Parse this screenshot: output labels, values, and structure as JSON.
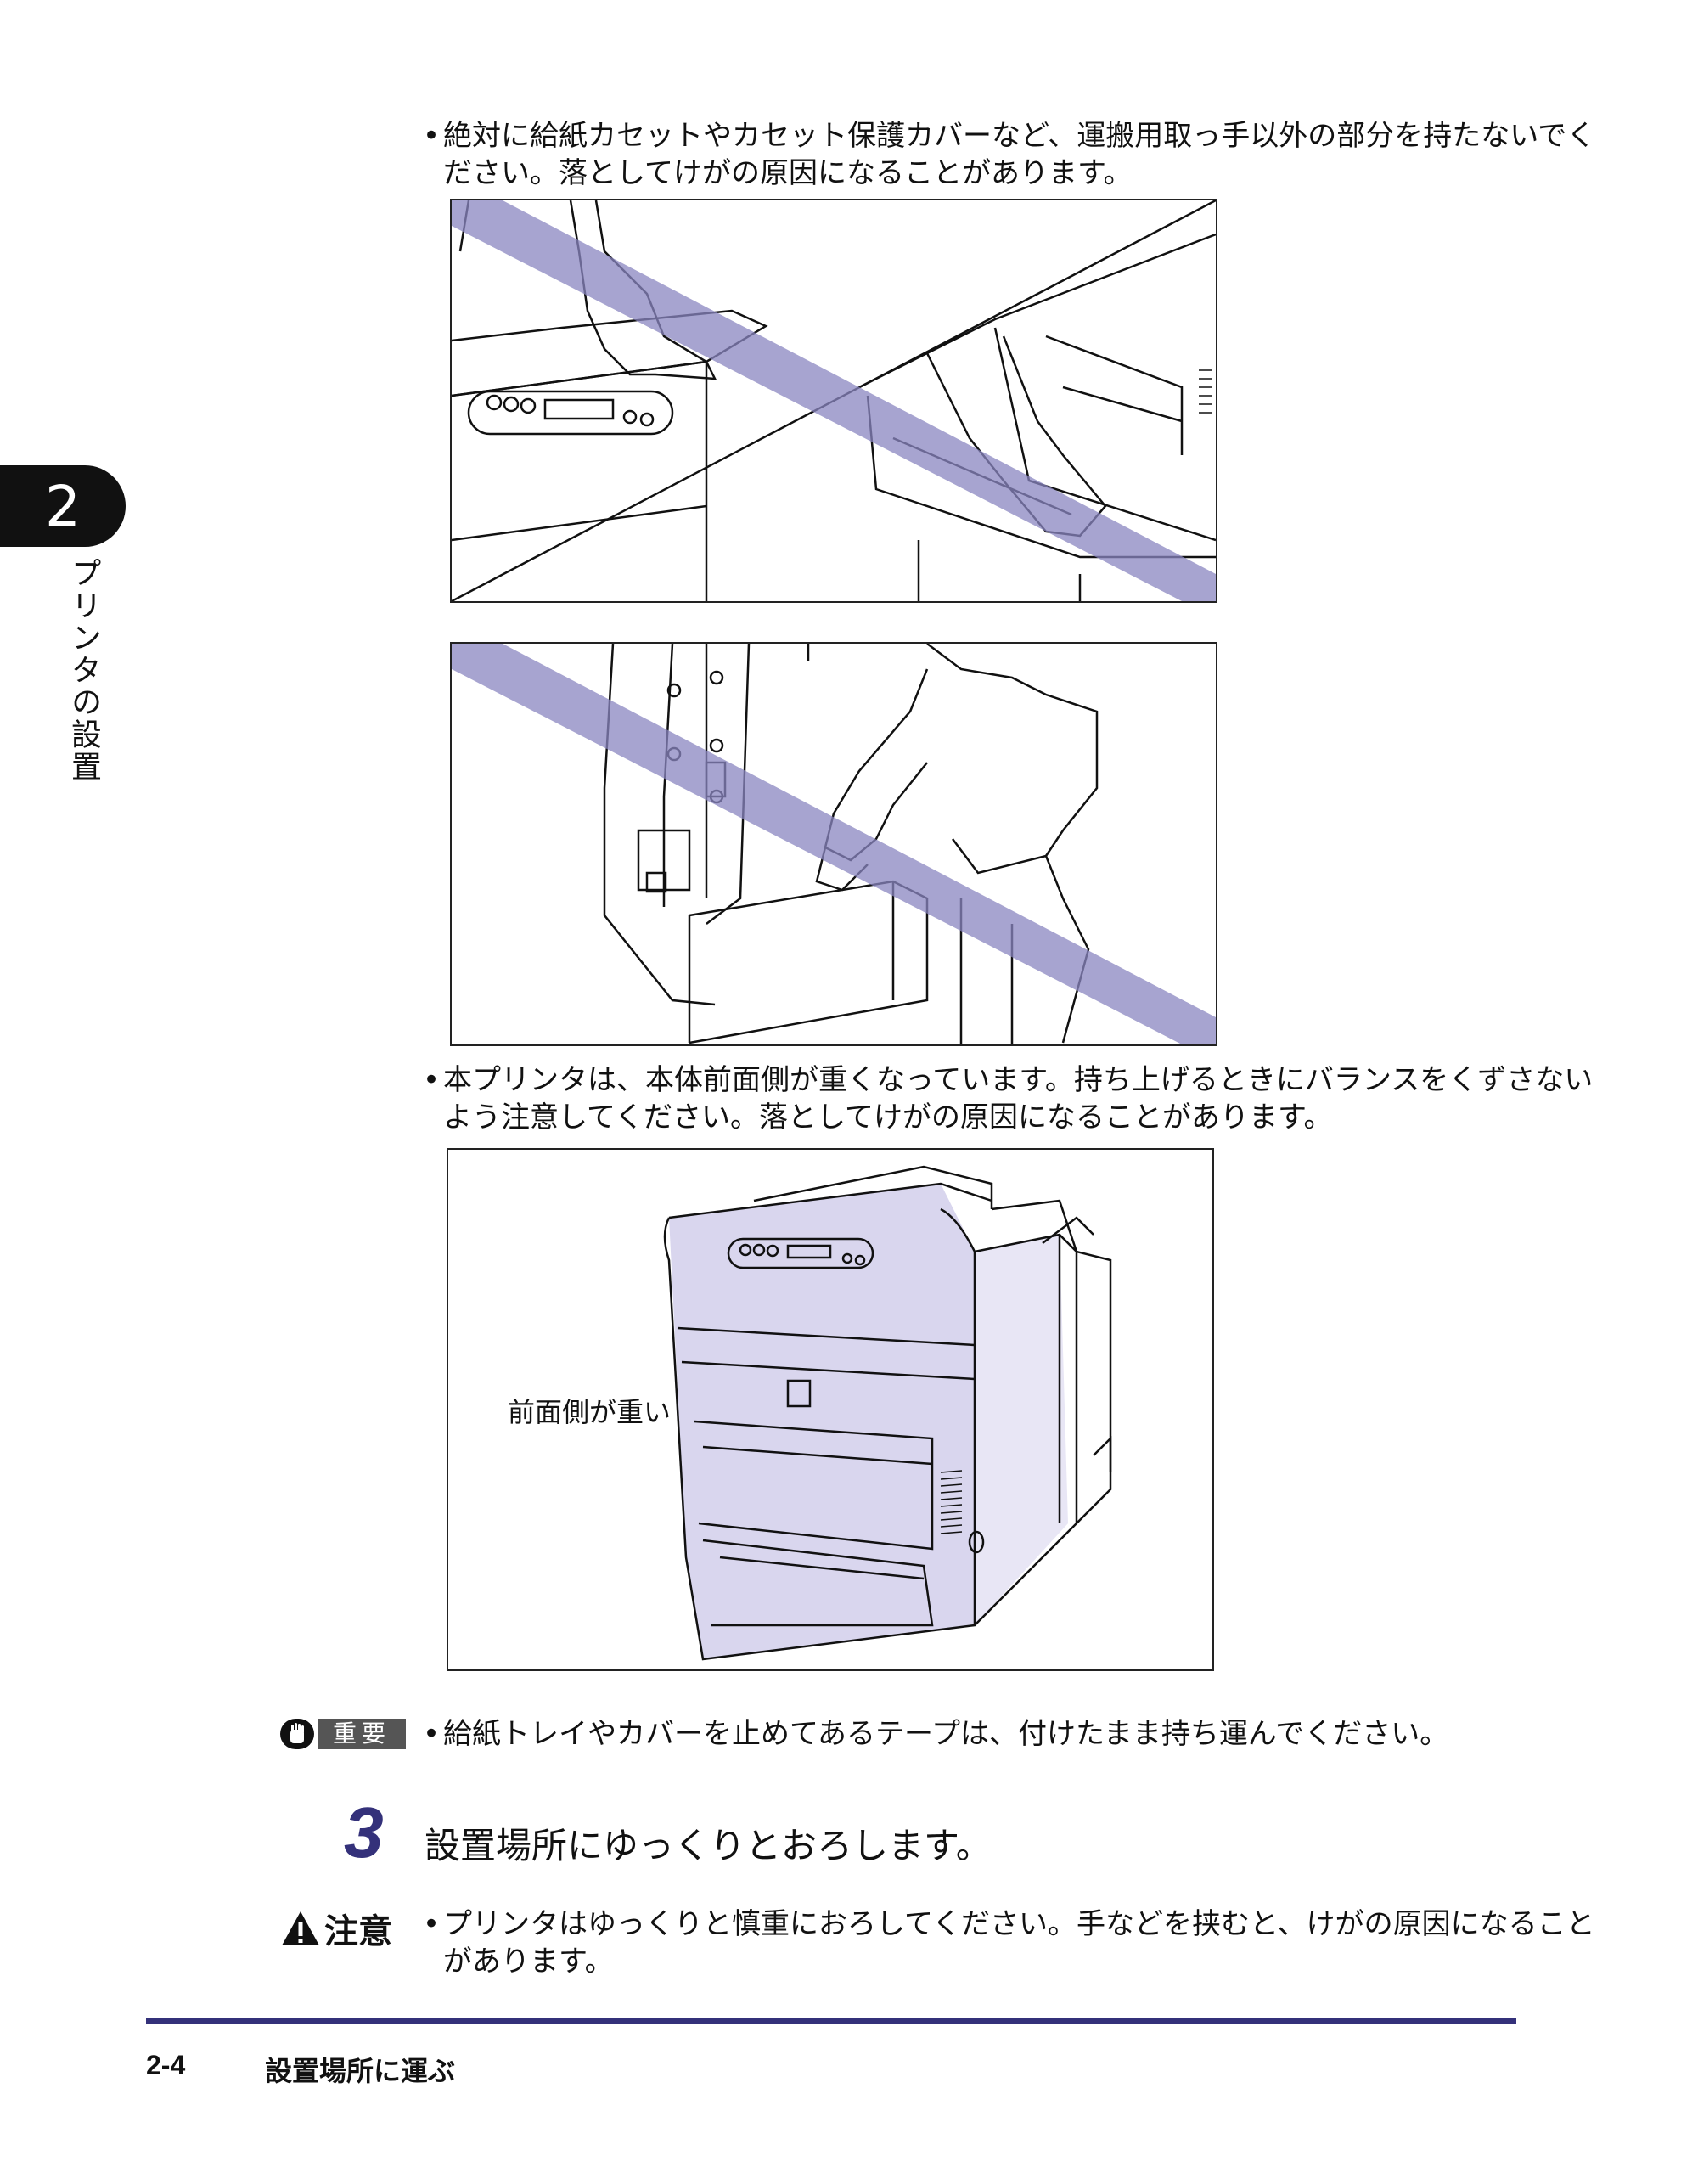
{
  "chapter": {
    "number": "2",
    "title": "プリンタの設置"
  },
  "bullets": {
    "b1_line1": "絶対に給紙カセットやカセット保護カバーなど、運搬用取っ手以外の部分を持たないでく",
    "b1_line2": "ださい。落としてけがの原因になることがあります。",
    "b2_line1": "本プリンタは、本体前面側が重くなっています。持ち上げるときにバランスをくずさない",
    "b2_line2": "よう注意してください。落としてけがの原因になることがあります。"
  },
  "figure3": {
    "label": "前面側が重い"
  },
  "important": {
    "label": "重要",
    "text": "給紙トレイやカバーを止めてあるテープは、付けたまま持ち運んでください。"
  },
  "step": {
    "number": "3",
    "title": "設置場所にゆっくりとおろします。"
  },
  "caution": {
    "label": "注意",
    "line1": "プリンタはゆっくりと慎重におろしてください。手などを挟むと、けがの原因になること",
    "line2": "があります。"
  },
  "footer": {
    "page": "2-4",
    "section": "設置場所に運ぶ"
  },
  "colors": {
    "accent": "#34317a",
    "prohibit_band": "#8a86c0",
    "printer_shade": "#d9d6ee"
  }
}
